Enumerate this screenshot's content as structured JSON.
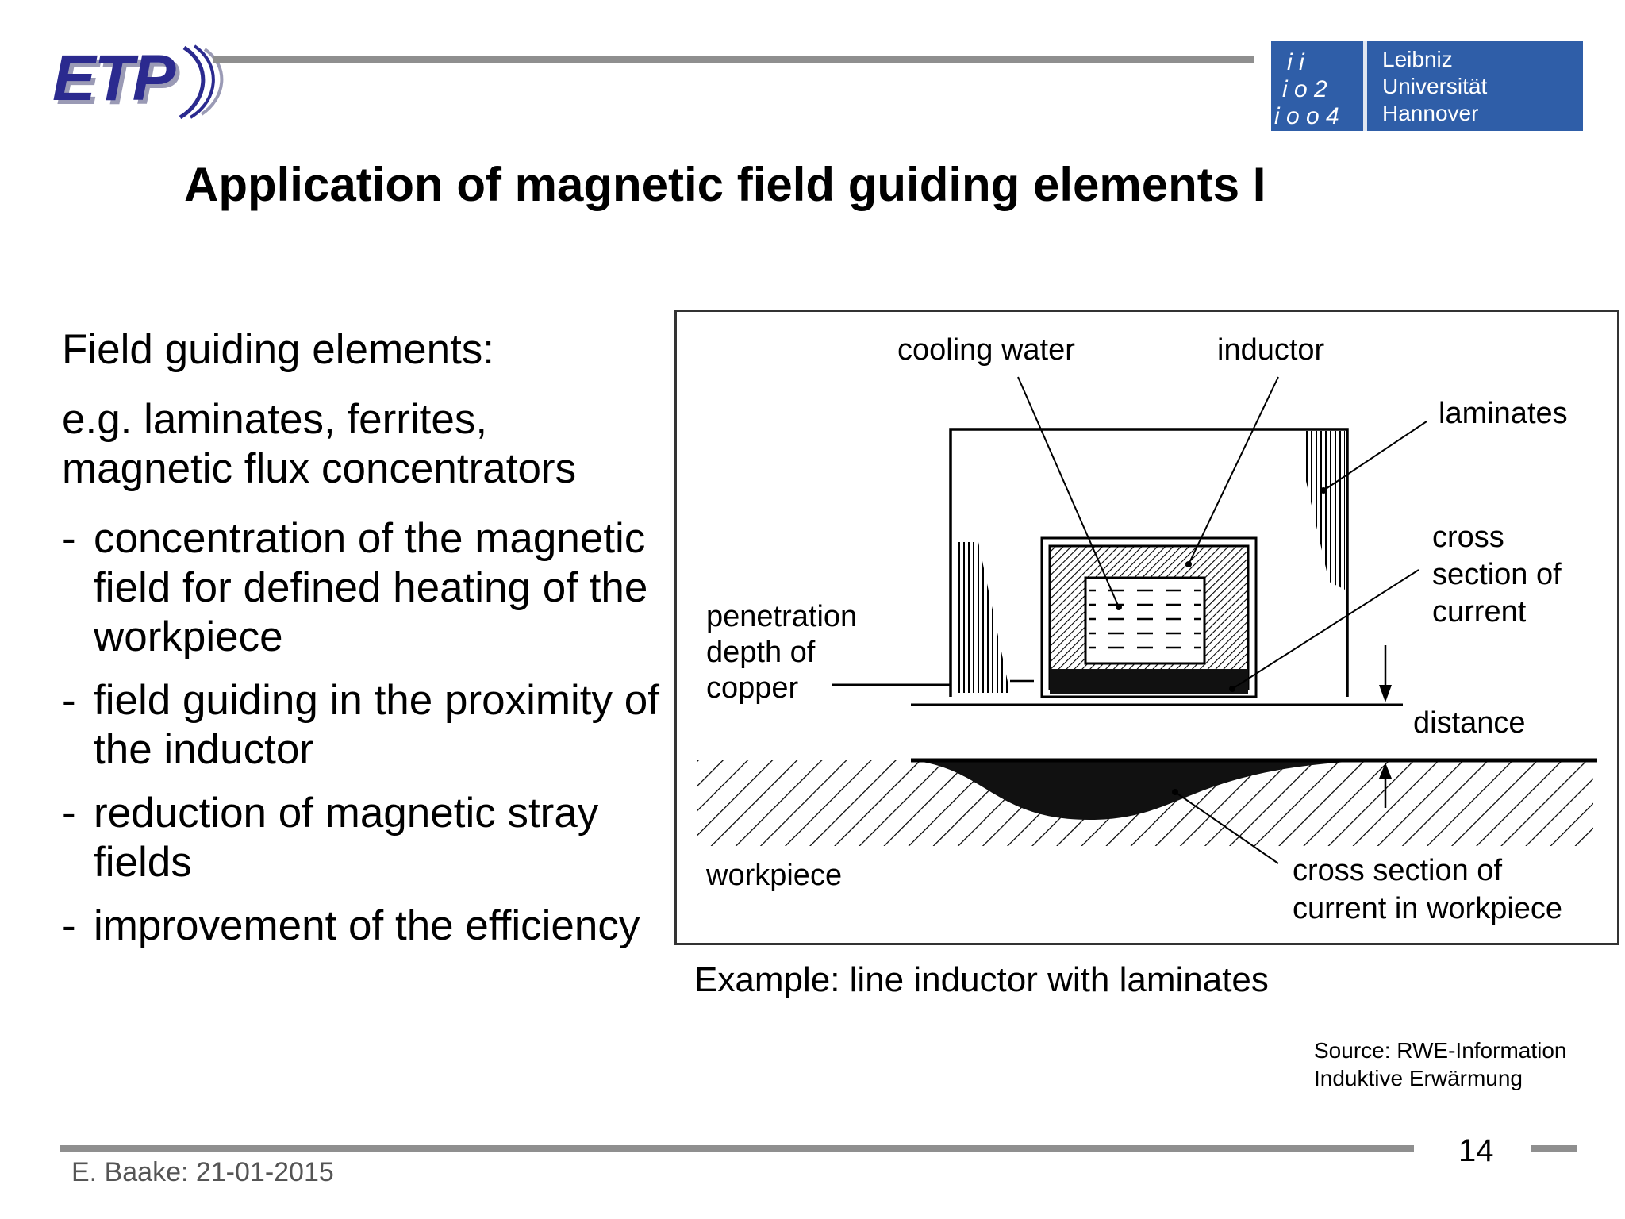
{
  "header": {
    "logo_text": "ETP",
    "university": {
      "line1": "Leibniz",
      "line2": "Universität",
      "line3": "Hannover",
      "mark": [
        "i i",
        "i o 2",
        "i o o 4"
      ]
    }
  },
  "title": "Application of magnetic field guiding elements I",
  "left": {
    "heading": "Field guiding elements:",
    "subheading_line1": "e.g. laminates, ferrites,",
    "subheading_line2": "magnetic flux concentrators",
    "bullet_dash": "-",
    "bullets": [
      [
        "concentration of the magnetic",
        "field for defined heating of the",
        "workpiece"
      ],
      [
        "field guiding in the proximity of",
        "the inductor"
      ],
      [
        "reduction of magnetic stray",
        "fields"
      ],
      [
        "improvement of the efficiency"
      ]
    ]
  },
  "figure": {
    "labels": {
      "cooling_water": "cooling water",
      "inductor": "inductor",
      "laminates": "laminates",
      "cross_section_1": "cross",
      "cross_section_2": "section of",
      "cross_section_3": "current",
      "penetration_1": "penetration",
      "penetration_2": "depth of",
      "penetration_3": "copper",
      "distance": "distance",
      "workpiece": "workpiece",
      "cross_wp_1": "cross section of",
      "cross_wp_2": "current in workpiece"
    }
  },
  "caption": "Example: line inductor with laminates",
  "source": {
    "line1": "Source: RWE-Information",
    "line2": "Induktive Erwärmung"
  },
  "page_number": "14",
  "footer": "E. Baake: 21-01-2015"
}
